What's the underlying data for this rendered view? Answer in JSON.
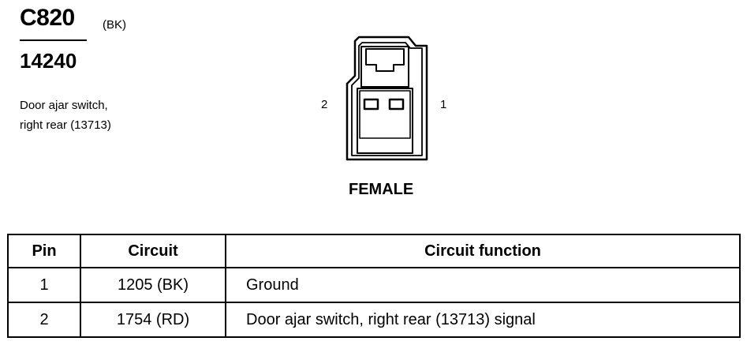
{
  "header": {
    "connector_id": "C820",
    "color_code": "(BK)",
    "part_number": "14240",
    "description_lines": [
      "Door ajar switch,",
      "right rear (13713)"
    ]
  },
  "diagram": {
    "pin_left": "2",
    "pin_right": "1",
    "gender": "FEMALE"
  },
  "table": {
    "headers": [
      "Pin",
      "Circuit",
      "Circuit function"
    ],
    "rows": [
      [
        "1",
        "1205 (BK)",
        "Ground"
      ],
      [
        "2",
        "1754 (RD)",
        "Door ajar switch, right rear (13713) signal"
      ]
    ]
  }
}
